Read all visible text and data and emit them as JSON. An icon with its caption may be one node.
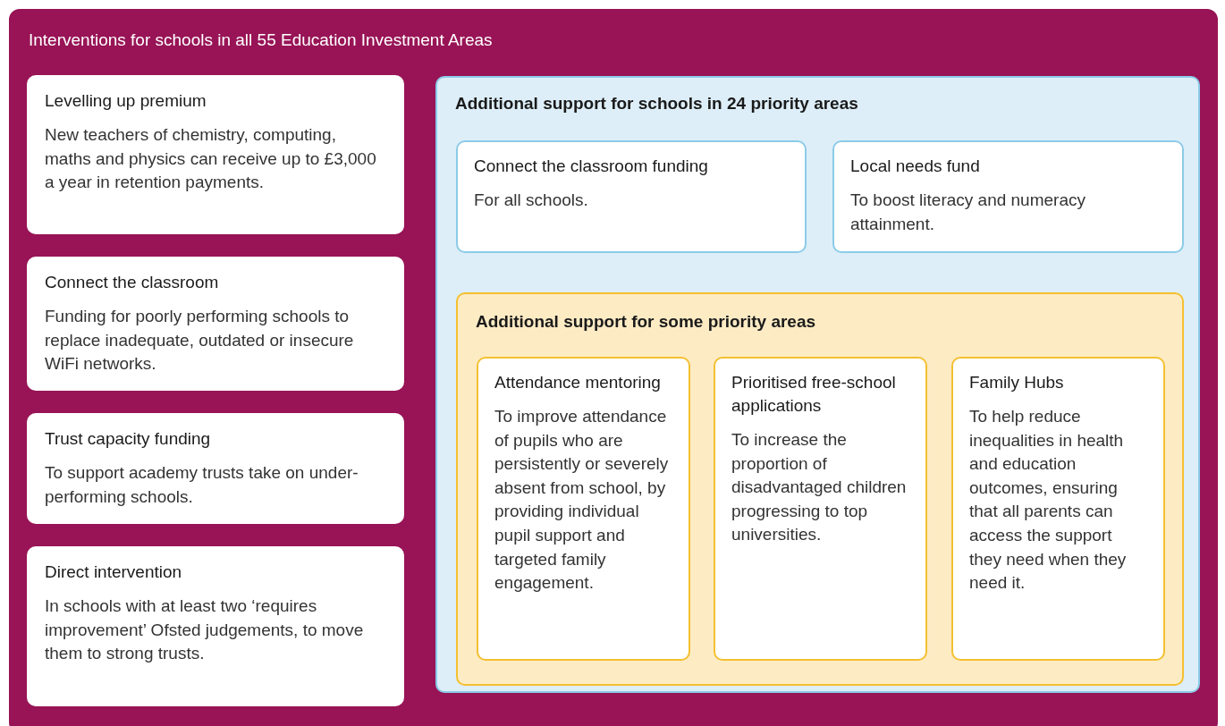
{
  "diagram": {
    "nodes": [
      {
        "text": [
          "Interventions for schools in all 55 Education Investment Areas"
        ]
      },
      {
        "text": [
          "Levelling up premium",
          "New teachers of chemistry, computing, maths and physics can receive up to £3,000 a year in retention payments."
        ],
        "in": 0
      },
      {
        "text": [
          "Connect the classroom",
          "Funding for poorly performing schools to replace inadequate, outdated or insecure WiFi networks."
        ],
        "in": 0
      },
      {
        "text": [
          "Trust capacity funding",
          "To support academy trusts take on under-performing schools."
        ],
        "in": 0
      },
      {
        "text": [
          "Direct intervention",
          "In schools with at least two ‘requires improvement’ Ofsted judgements, to move them to strong trusts."
        ],
        "in": 0
      },
      {
        "text": [
          "Additional support for schools in 24 priority areas"
        ],
        "in": 0
      },
      {
        "text": [
          "Connect the classroom funding",
          "For all schools."
        ],
        "in": 5
      },
      {
        "text": [
          "Local needs fund",
          "To boost literacy and numeracy attainment."
        ],
        "in": 5
      },
      {
        "text": [
          "Additional support for some priority areas"
        ],
        "in": 5
      },
      {
        "text": [
          "Attendance mentoring",
          "To improve attendance of pupils who are persistently or severely absent from school, by providing individual pupil support and targeted family engagement."
        ],
        "in": 8
      },
      {
        "text": [
          "Prioritised free-school applications",
          "To increase the proportion of disadvantaged children progressing to top universities."
        ],
        "in": 8
      },
      {
        "text": [
          "Family Hubs",
          "To help reduce inequalities in health and education outcomes, ensuring that all parents can access the support they need when they need it."
        ],
        "in": 8
      }
    ]
  }
}
